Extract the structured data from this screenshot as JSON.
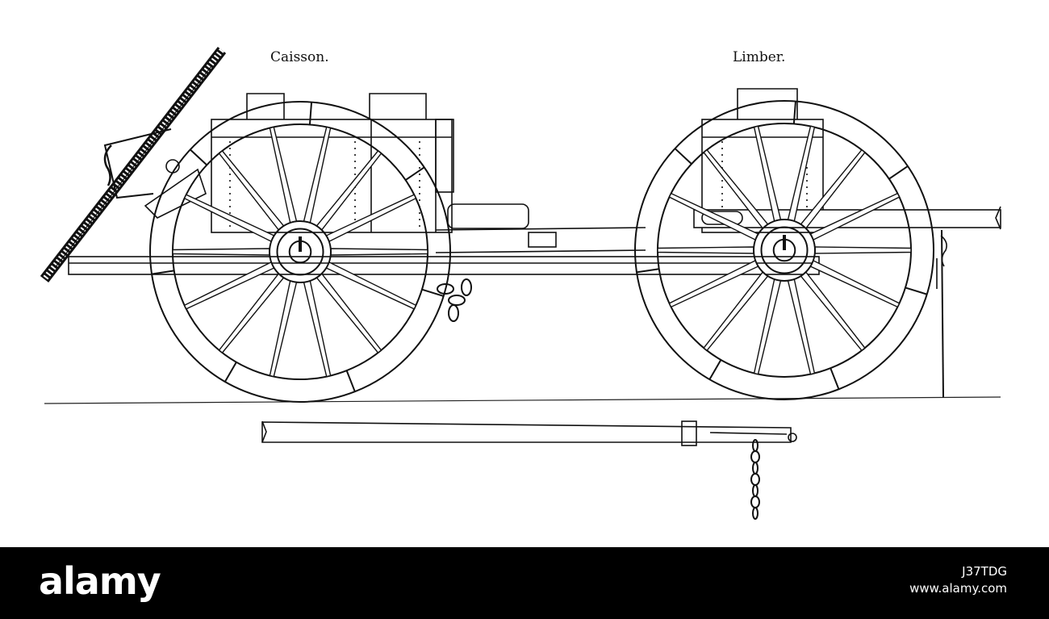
{
  "labels": {
    "caisson": "Caisson.",
    "limber": "Limber."
  },
  "footer": {
    "logo_text": "alamy",
    "image_id": "J37TDG",
    "site": "www.alamy.com"
  },
  "colors": {
    "ink": "#111111",
    "paper": "#ffffff",
    "footer_bg": "#000000",
    "footer_text": "#ffffff"
  }
}
